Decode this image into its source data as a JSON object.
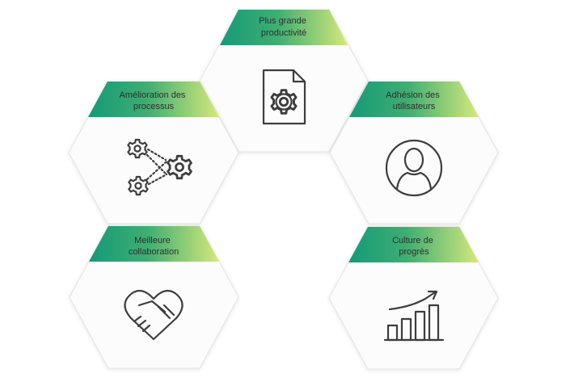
{
  "diagram": {
    "colors": {
      "banner_start": "#149a78",
      "banner_mid": "#3fae72",
      "banner_end": "#d6e87b",
      "hex_fill": "#fcfcfc",
      "hex_edge": "#e6e6e6",
      "icon": "#3d3d3d"
    },
    "hexagons": [
      {
        "id": "productivite",
        "label_lines": [
          "Plus grande",
          "productivité"
        ],
        "icon": "document-gear-icon"
      },
      {
        "id": "processus",
        "label_lines": [
          "Amélioration des",
          "processus"
        ],
        "icon": "process-gears-icon"
      },
      {
        "id": "adhesion",
        "label_lines": [
          "Adhésion des",
          "utilisateurs"
        ],
        "icon": "user-icon"
      },
      {
        "id": "collaboration",
        "label_lines": [
          "Meilleure",
          "collaboration"
        ],
        "icon": "handshake-icon"
      },
      {
        "id": "progres",
        "label_lines": [
          "Culture de",
          "progrès"
        ],
        "icon": "growth-chart-icon"
      }
    ]
  }
}
